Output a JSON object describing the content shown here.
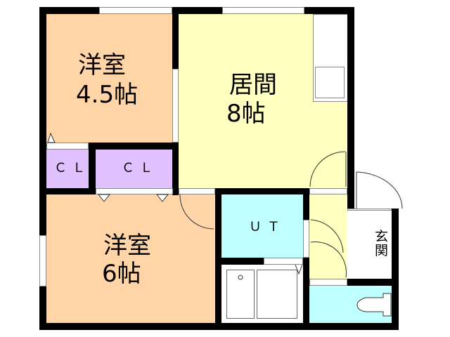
{
  "rooms": {
    "western_small": {
      "name": "洋室",
      "size": "4.5帖",
      "color": "#ffd4a6"
    },
    "living": {
      "name": "居間",
      "size": "8帖",
      "color": "#ffffc0"
    },
    "closet_1": {
      "name": "ＣＬ",
      "color": "#e0c0ff"
    },
    "closet_2": {
      "name": "ＣＬ",
      "color": "#e0c0ff"
    },
    "western_large": {
      "name": "洋室",
      "size": "6帖",
      "color": "#ffd4a6"
    },
    "unit_toilet": {
      "name": "ＵＴ",
      "color": "#c0ffff"
    },
    "entrance": {
      "name": "玄関"
    },
    "toilet": {
      "color": "#c0ffff"
    }
  },
  "colors": {
    "wall": "#000000"
  }
}
